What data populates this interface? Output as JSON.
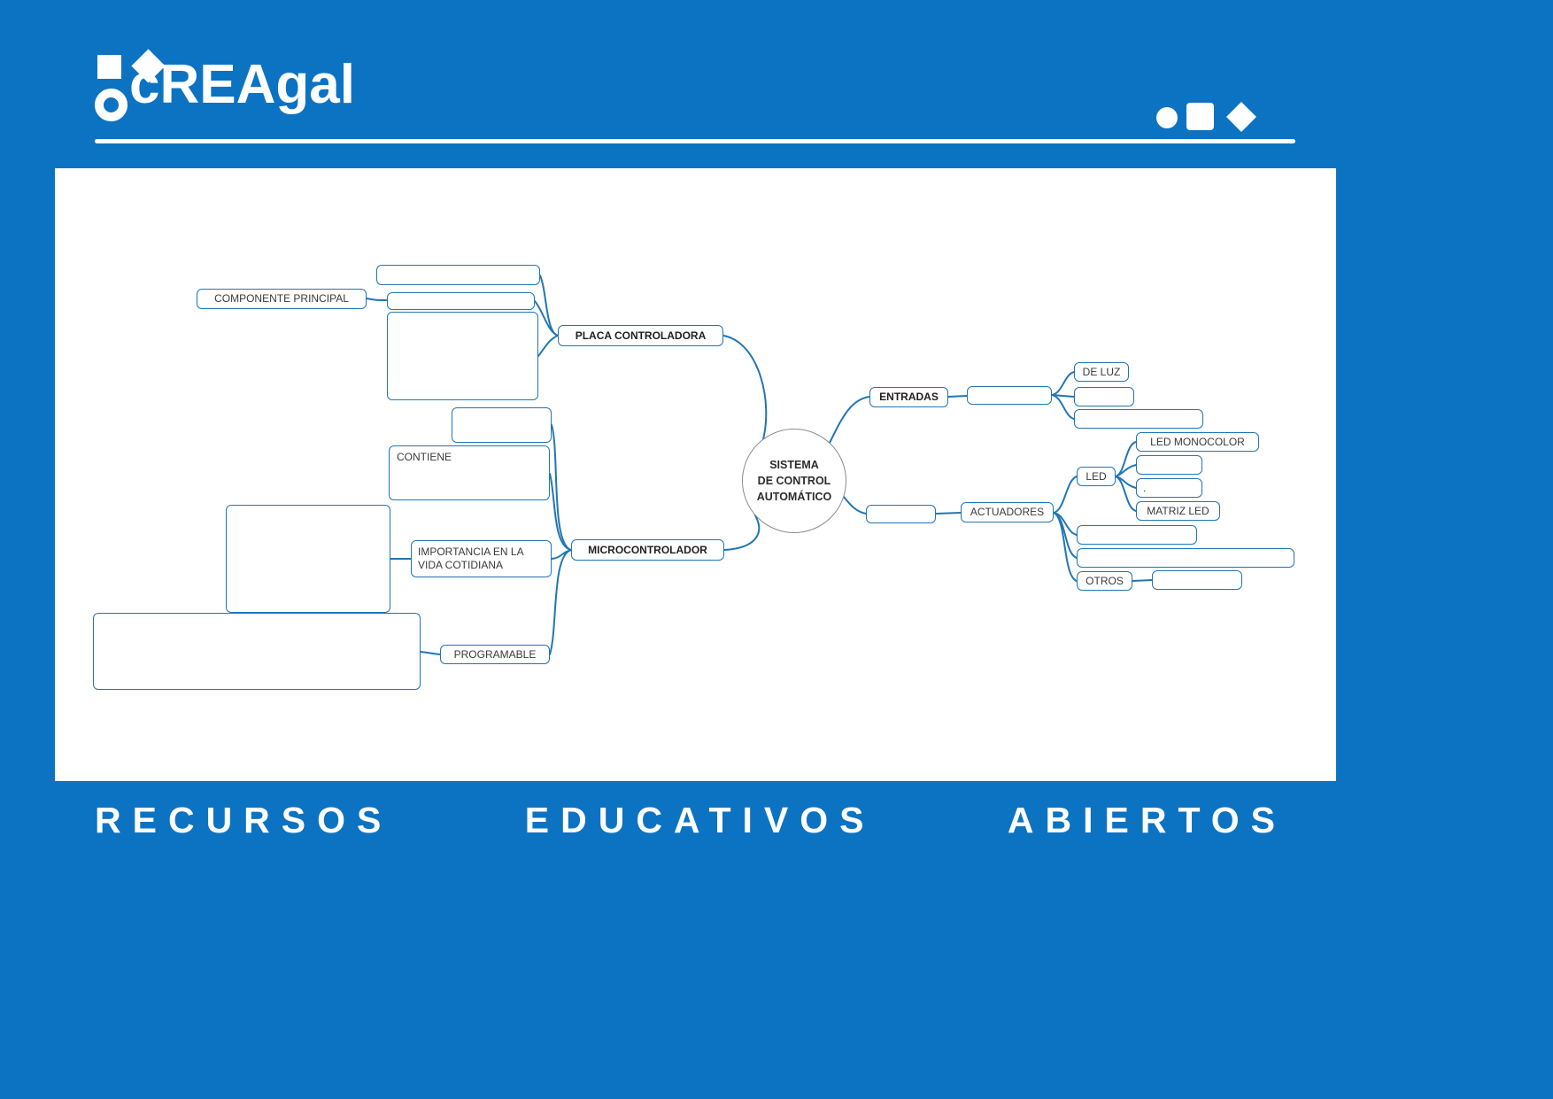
{
  "colors": {
    "background_blue": "#0c73c2",
    "connector_blue": "#2176b4",
    "node_border_blue": "#2176b4"
  },
  "header": {
    "logo_text": "cREAgal"
  },
  "footer": {
    "words": [
      "RECURSOS",
      "EDUCATIVOS",
      "ABIERTOS"
    ]
  },
  "mindmap": {
    "center": {
      "line1": "SISTEMA",
      "line2": "DE CONTROL",
      "line3": "AUTOMÁTICO"
    },
    "labels": {
      "componente_principal": "COMPONENTE PRINCIPAL",
      "placa_controladora": "PLACA CONTROLADORA",
      "contiene": "CONTIENE",
      "importancia": "IMPORTANCIA EN LA VIDA COTIDIANA",
      "microcontrolador": "MICROCONTROLADOR",
      "programable": "PROGRAMABLE",
      "entradas": "ENTRADAS",
      "de_luz": "DE LUZ",
      "actuadores": "ACTUADORES",
      "led": "LED",
      "led_monocolor": "LED MONOCOLOR",
      "led_dot": ".",
      "matriz_led": "MATRIZ LED",
      "otros": "OTROS"
    }
  }
}
